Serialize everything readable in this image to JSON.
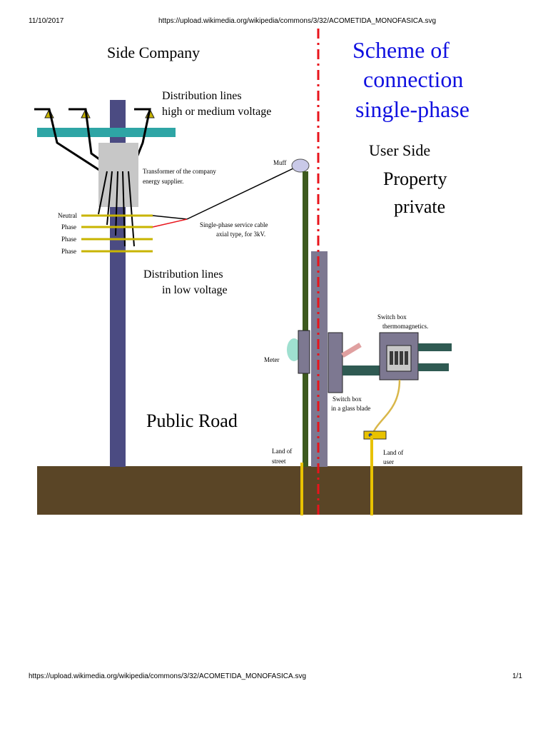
{
  "header": {
    "date": "11/10/2017",
    "url": "https://upload.wikimedia.org/wikipedia/commons/3/32/ACOMETIDA_MONOFASICA.svg"
  },
  "footer": {
    "url": "https://upload.wikimedia.org/wikipedia/commons/3/32/ACOMETIDA_MONOFASICA.svg",
    "page": "1/1"
  },
  "diagram": {
    "side_company": "Side Company",
    "title_line1": "Scheme of",
    "title_line2": "connection",
    "title_line3": "single-phase",
    "user_side": "User Side",
    "property_line1": "Property",
    "property_line2": "private",
    "dist_high_line1": "Distribution lines",
    "dist_high_line2": "high or medium voltage",
    "transformer_line1": "Transformer of the company",
    "transformer_line2": "energy supplier.",
    "muff": "Muff",
    "neutral": "Neutral",
    "phase1": "Phase",
    "phase2": "Phase",
    "phase3": "Phase",
    "cable_line1": "Single-phase service cable",
    "cable_line2": "axial type, for 3kV.",
    "dist_low_line1": "Distribution lines",
    "dist_low_line2": "in low voltage",
    "switch_thermo_line1": "Switch box",
    "switch_thermo_line2": "thermomagnetics.",
    "meter": "Meter",
    "switch_glass_line1": "Switch box",
    "switch_glass_line2": "in a glass blade",
    "public_road": "Public Road",
    "land_street_line1": "Land of",
    "land_street_line2": "street",
    "land_user_line1": "Land of",
    "land_user_line2": "user",
    "colors": {
      "pole": "#4b4b82",
      "crossarm": "#2ea5a5",
      "ground": "#5a4526",
      "divider": "#e8141c",
      "title": "#1010e0",
      "wire_yellow": "#c8b400",
      "green_post": "#3d5a1e",
      "box": "#7d7891",
      "pipe": "#2f5a52",
      "meter": "#9fe0d0"
    }
  }
}
